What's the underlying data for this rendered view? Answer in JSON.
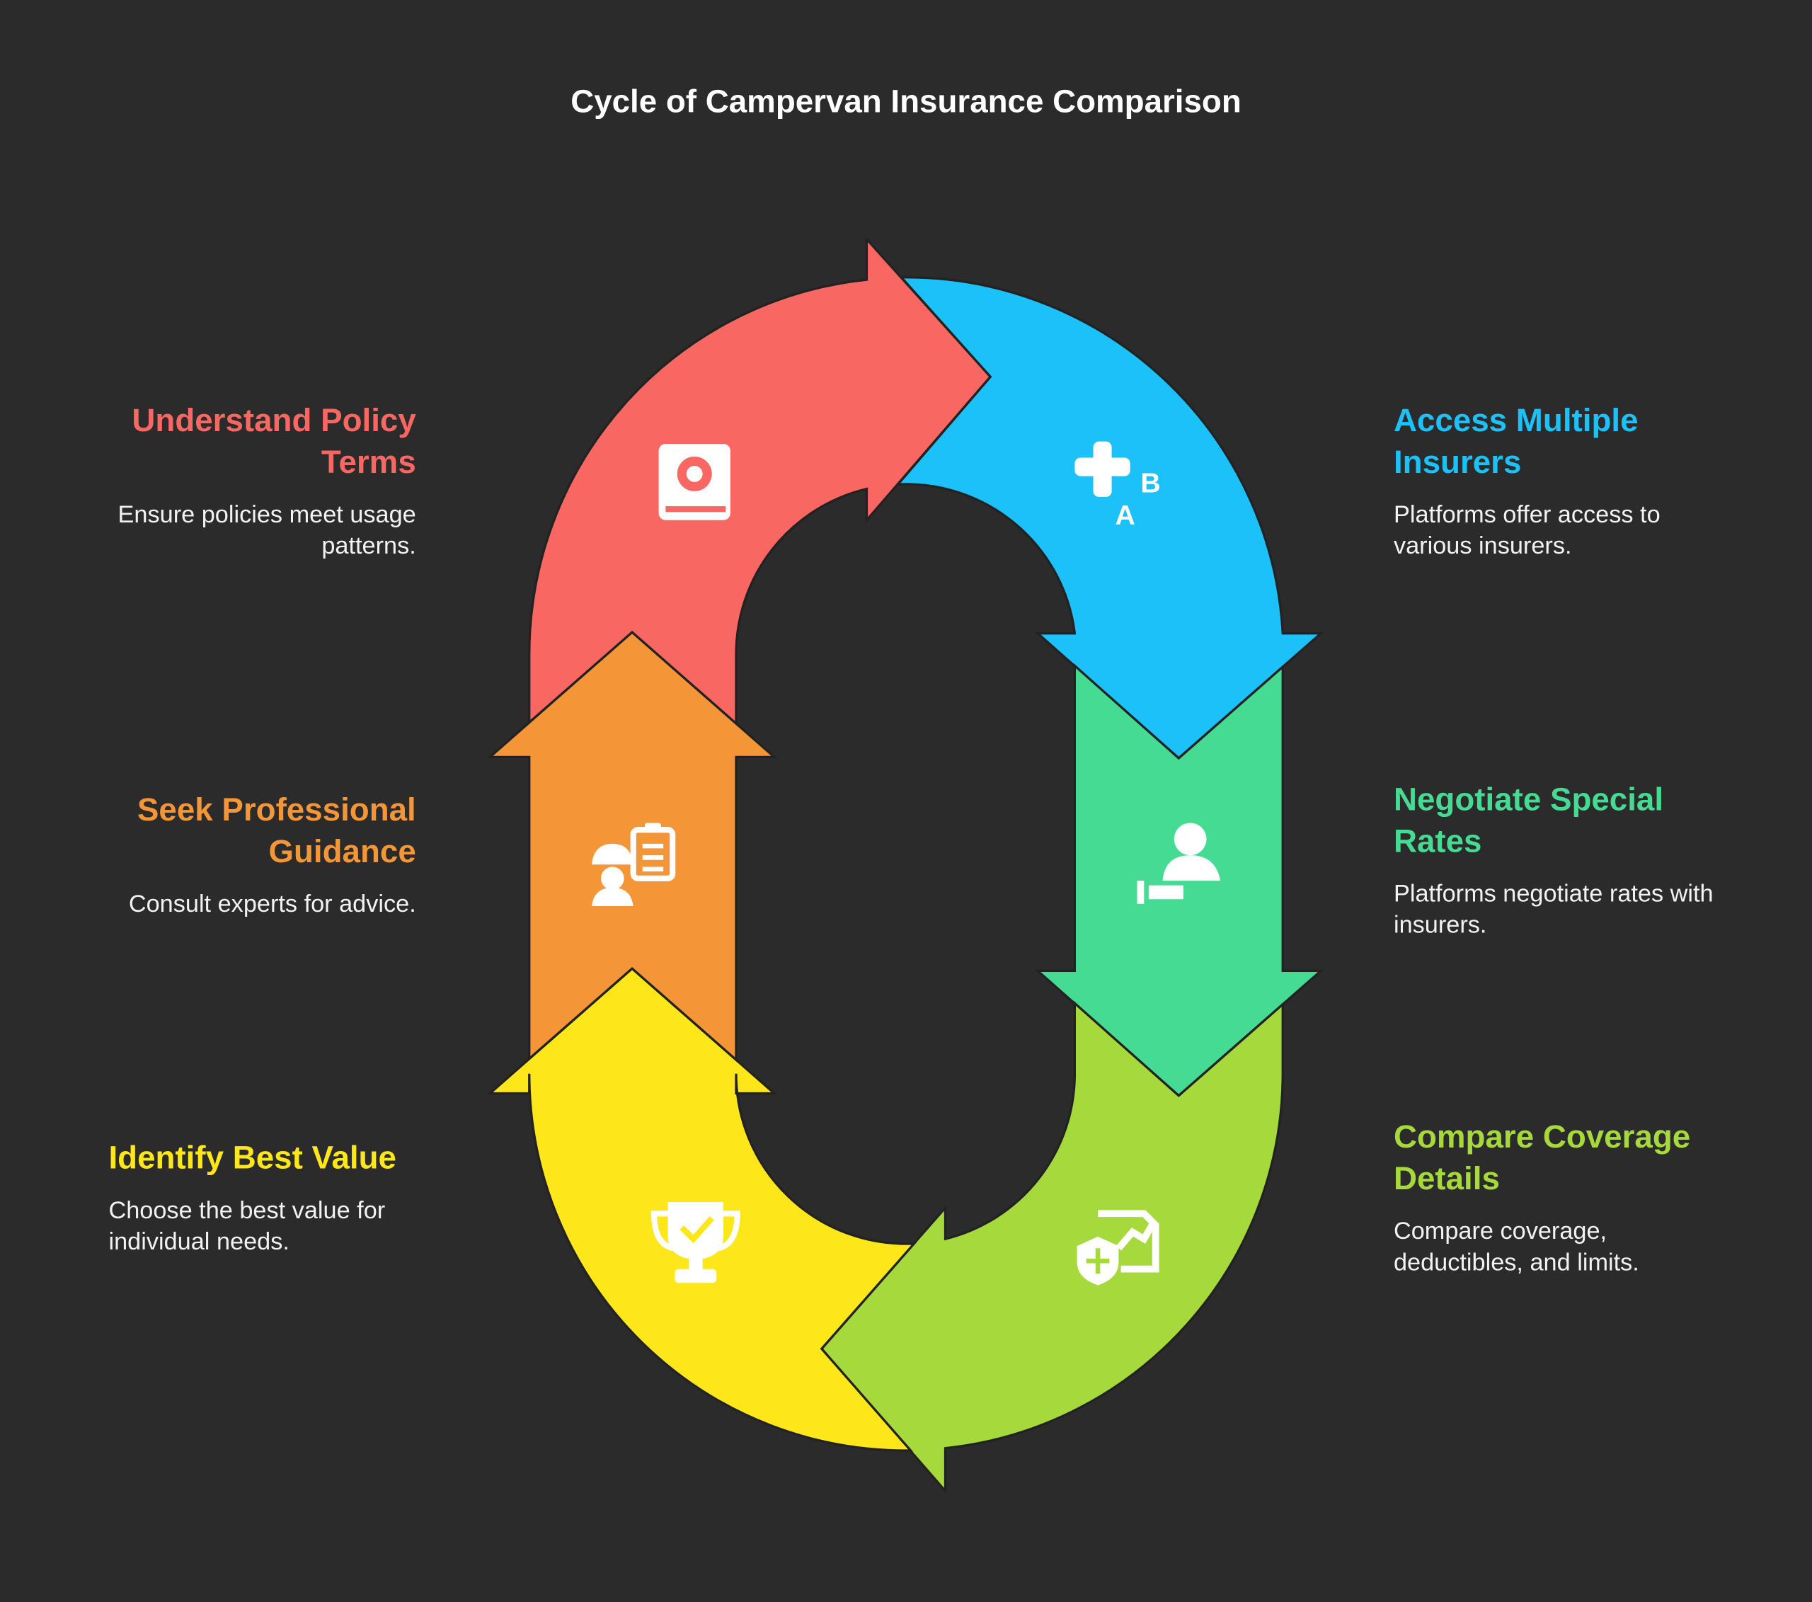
{
  "title": "Cycle of Campervan Insurance Comparison",
  "colors": {
    "background": "#2b2b2b",
    "red": "#F96762",
    "blue": "#1CC1F9",
    "green": "#45DB92",
    "lime": "#A6D93B",
    "yellow": "#FDE619",
    "orange": "#F49637"
  },
  "steps": [
    {
      "title": "Understand Policy Terms",
      "description": "Ensure policies meet usage patterns.",
      "icon": "policy-book-gear-icon"
    },
    {
      "title": "Access Multiple Insurers",
      "description": "Platforms offer access to various insurers.",
      "icon": "ab-choice-icon"
    },
    {
      "title": "Negotiate Special Rates",
      "description": "Platforms negotiate rates with insurers.",
      "icon": "person-handshake-icon"
    },
    {
      "title": "Compare Coverage Details",
      "description": "Compare coverage, deductibles, and limits.",
      "icon": "shield-chart-icon"
    },
    {
      "title": "Identify Best Value",
      "description": "Choose the best value for individual needs.",
      "icon": "trophy-check-icon"
    },
    {
      "title": "Seek Professional Guidance",
      "description": "Consult experts for advice.",
      "icon": "expert-clipboard-icon"
    }
  ]
}
